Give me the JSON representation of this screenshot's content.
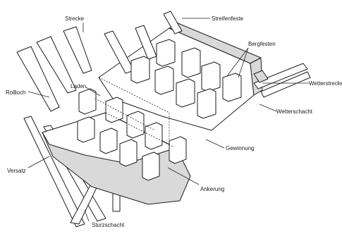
{
  "labels": {
    "strecke": "Strecke",
    "streifenfeste": "Streifenfeste",
    "bergfesten": "Bergfesten",
    "rollloch": "Rollloch",
    "laden": "Laden",
    "wetterstrecke": "Wetterstrecke",
    "wetterschacht": "Wetterschacht",
    "versatz": "Versatz",
    "gewinnung": "Gewinnung",
    "ankerung": "Ankerung",
    "sturzschacht": "Sturzschacht"
  }
}
